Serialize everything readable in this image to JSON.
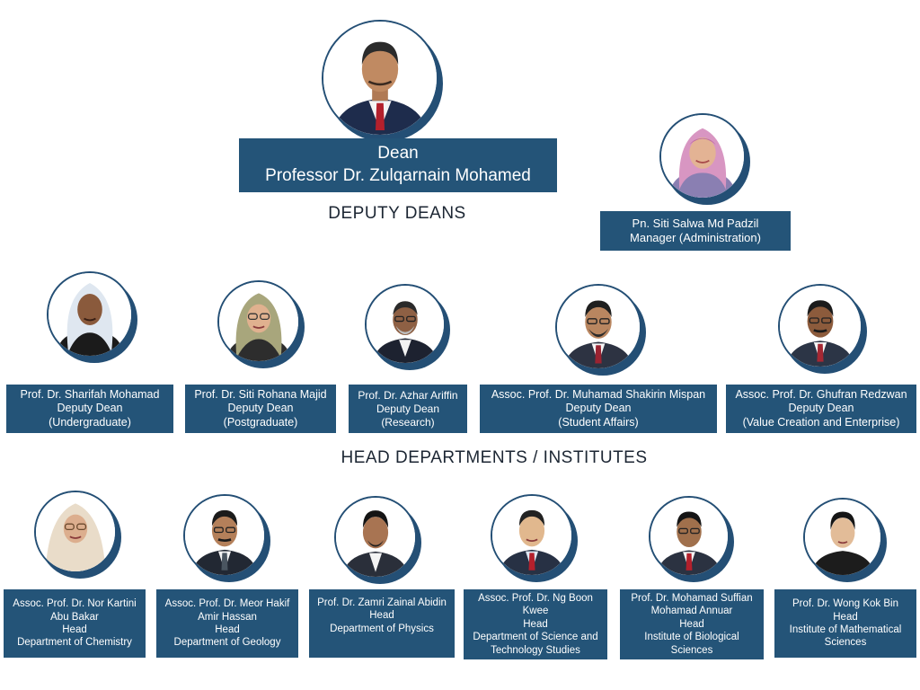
{
  "dean": {
    "title": "Dean",
    "name": "Professor Dr. Zulqarnain Mohamed"
  },
  "manager": {
    "name": "Pn. Siti Salwa Md Padzil",
    "role": "Manager (Administration)"
  },
  "sections": {
    "deputy_deans": "DEPUTY DEANS",
    "heads": "HEAD DEPARTMENTS / INSTITUTES"
  },
  "deputies": [
    {
      "name": "Prof. Dr. Sharifah Mohamad",
      "role": "Deputy Dean",
      "unit": "(Undergraduate)"
    },
    {
      "name": "Prof. Dr. Siti Rohana Majid",
      "role": "Deputy Dean",
      "unit": "(Postgraduate)"
    },
    {
      "name": "Prof. Dr. Azhar Ariffin",
      "role": "Deputy Dean",
      "unit": "(Research)"
    },
    {
      "name": "Assoc. Prof. Dr. Muhamad Shakirin Mispan",
      "role": "Deputy Dean",
      "unit": "(Student Affairs)"
    },
    {
      "name": "Assoc. Prof. Dr. Ghufran Redzwan",
      "role": "Deputy Dean",
      "unit": "(Value Creation and Enterprise)"
    }
  ],
  "heads": [
    {
      "name1": "Assoc. Prof. Dr. Nor Kartini",
      "name2": "Abu Bakar",
      "role": "Head",
      "unit1": "Department of Chemistry",
      "unit2": ""
    },
    {
      "name1": "Assoc. Prof. Dr. Meor Hakif",
      "name2": "Amir Hassan",
      "role": "Head",
      "unit1": "Department of Geology",
      "unit2": ""
    },
    {
      "name1": "Prof. Dr. Zamri Zainal Abidin",
      "name2": "",
      "role": "Head",
      "unit1": "Department of Physics",
      "unit2": ""
    },
    {
      "name1": "Assoc. Prof. Dr. Ng Boon",
      "name2": "Kwee",
      "role": "Head",
      "unit1": "Department of Science and",
      "unit2": "Technology Studies"
    },
    {
      "name1": "Prof. Dr. Mohamad Suffian",
      "name2": "Mohamad Annuar",
      "role": "Head",
      "unit1": "Institute of Biological",
      "unit2": "Sciences"
    },
    {
      "name1": "Prof. Dr. Wong Kok Bin",
      "name2": "",
      "role": "Head",
      "unit1": "Institute of Mathematical",
      "unit2": "Sciences"
    }
  ]
}
